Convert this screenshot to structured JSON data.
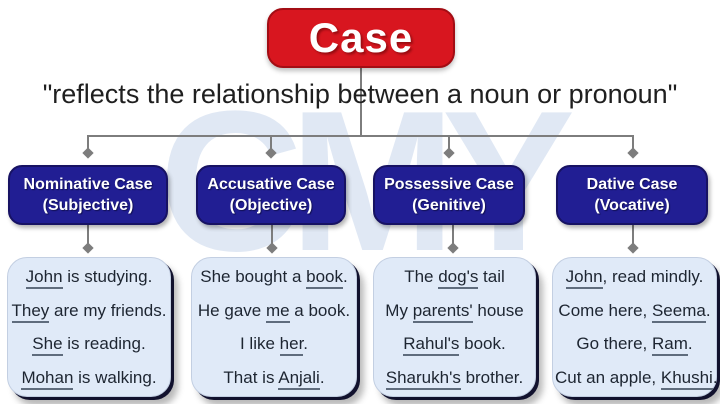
{
  "root": {
    "title": "Case"
  },
  "subtitle": "\"reflects the relationship between a noun or pronoun\"",
  "watermark": "CMY",
  "colors": {
    "root_red": "#d8161f",
    "case_navy": "#211e93",
    "example_bg": "#e0eaf8",
    "connector_gray": "#7d7d7d"
  },
  "cases": [
    {
      "title": "Nominative Case",
      "subtitle": "(Subjective)",
      "examples": [
        [
          {
            "t": "John",
            "u": true
          },
          {
            "t": " is studying."
          }
        ],
        [
          {
            "t": "They",
            "u": true
          },
          {
            "t": " are my friends."
          }
        ],
        [
          {
            "t": "She",
            "u": true
          },
          {
            "t": " is reading."
          }
        ],
        [
          {
            "t": "Mohan",
            "u": true
          },
          {
            "t": " is walking."
          }
        ]
      ]
    },
    {
      "title": "Accusative Case",
      "subtitle": "(Objective)",
      "examples": [
        [
          {
            "t": "She bought a "
          },
          {
            "t": "book",
            "u": true
          },
          {
            "t": "."
          }
        ],
        [
          {
            "t": "He gave "
          },
          {
            "t": "me",
            "u": true
          },
          {
            "t": " a book."
          }
        ],
        [
          {
            "t": "I like "
          },
          {
            "t": "her",
            "u": true
          },
          {
            "t": "."
          }
        ],
        [
          {
            "t": "That is "
          },
          {
            "t": "Anjali",
            "u": true
          },
          {
            "t": "."
          }
        ]
      ]
    },
    {
      "title": "Possessive Case",
      "subtitle": "(Genitive)",
      "examples": [
        [
          {
            "t": "The "
          },
          {
            "t": "dog's",
            "u": true
          },
          {
            "t": " tail"
          }
        ],
        [
          {
            "t": "My "
          },
          {
            "t": "parents'",
            "u": true
          },
          {
            "t": " house"
          }
        ],
        [
          {
            "t": "Rahul's",
            "u": true
          },
          {
            "t": " book."
          }
        ],
        [
          {
            "t": "Sharukh's",
            "u": true
          },
          {
            "t": " brother."
          }
        ]
      ]
    },
    {
      "title": "Dative Case",
      "subtitle": "(Vocative)",
      "examples": [
        [
          {
            "t": "John",
            "u": true
          },
          {
            "t": ", read mindly."
          }
        ],
        [
          {
            "t": "Come here, "
          },
          {
            "t": "Seema",
            "u": true
          },
          {
            "t": "."
          }
        ],
        [
          {
            "t": "Go there, "
          },
          {
            "t": "Ram",
            "u": true
          },
          {
            "t": "."
          }
        ],
        [
          {
            "t": "Cut an apple, "
          },
          {
            "t": "Khushi",
            "u": true
          },
          {
            "t": "."
          }
        ]
      ]
    }
  ]
}
